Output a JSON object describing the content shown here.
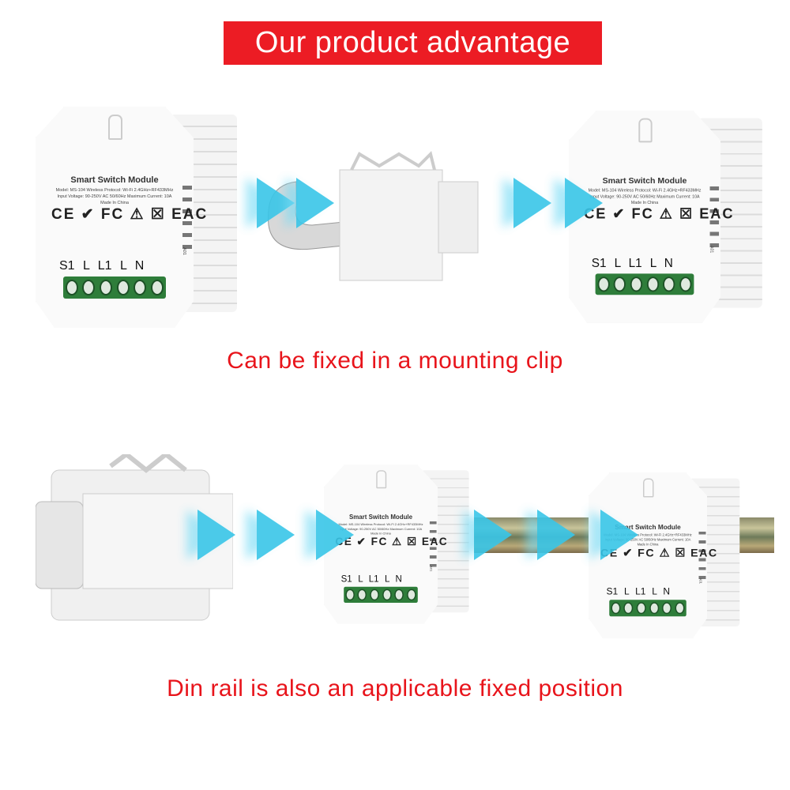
{
  "title": "Our product advantage",
  "captions": [
    "Can be fixed in a mounting clip",
    "Din rail is also an applicable fixed position"
  ],
  "module": {
    "name": "Smart Switch Module",
    "model_line": "Model: MS-104  Wireless Protocol: Wi-Fi 2.4GHz+RF433MHz",
    "voltage_line": "Input Voltage: 90-250V AC 50/60Hz  Maximum Current: 10A",
    "origin": "Made In China",
    "certifications": "CE ✔ FC ⚠ ☒ EAC",
    "terminals": "S1 L L1 L N",
    "side_code": "A01"
  },
  "colors": {
    "accent": "#ec1c24",
    "arrow": "#39c6e8",
    "terminal": "#2e7d3a"
  }
}
